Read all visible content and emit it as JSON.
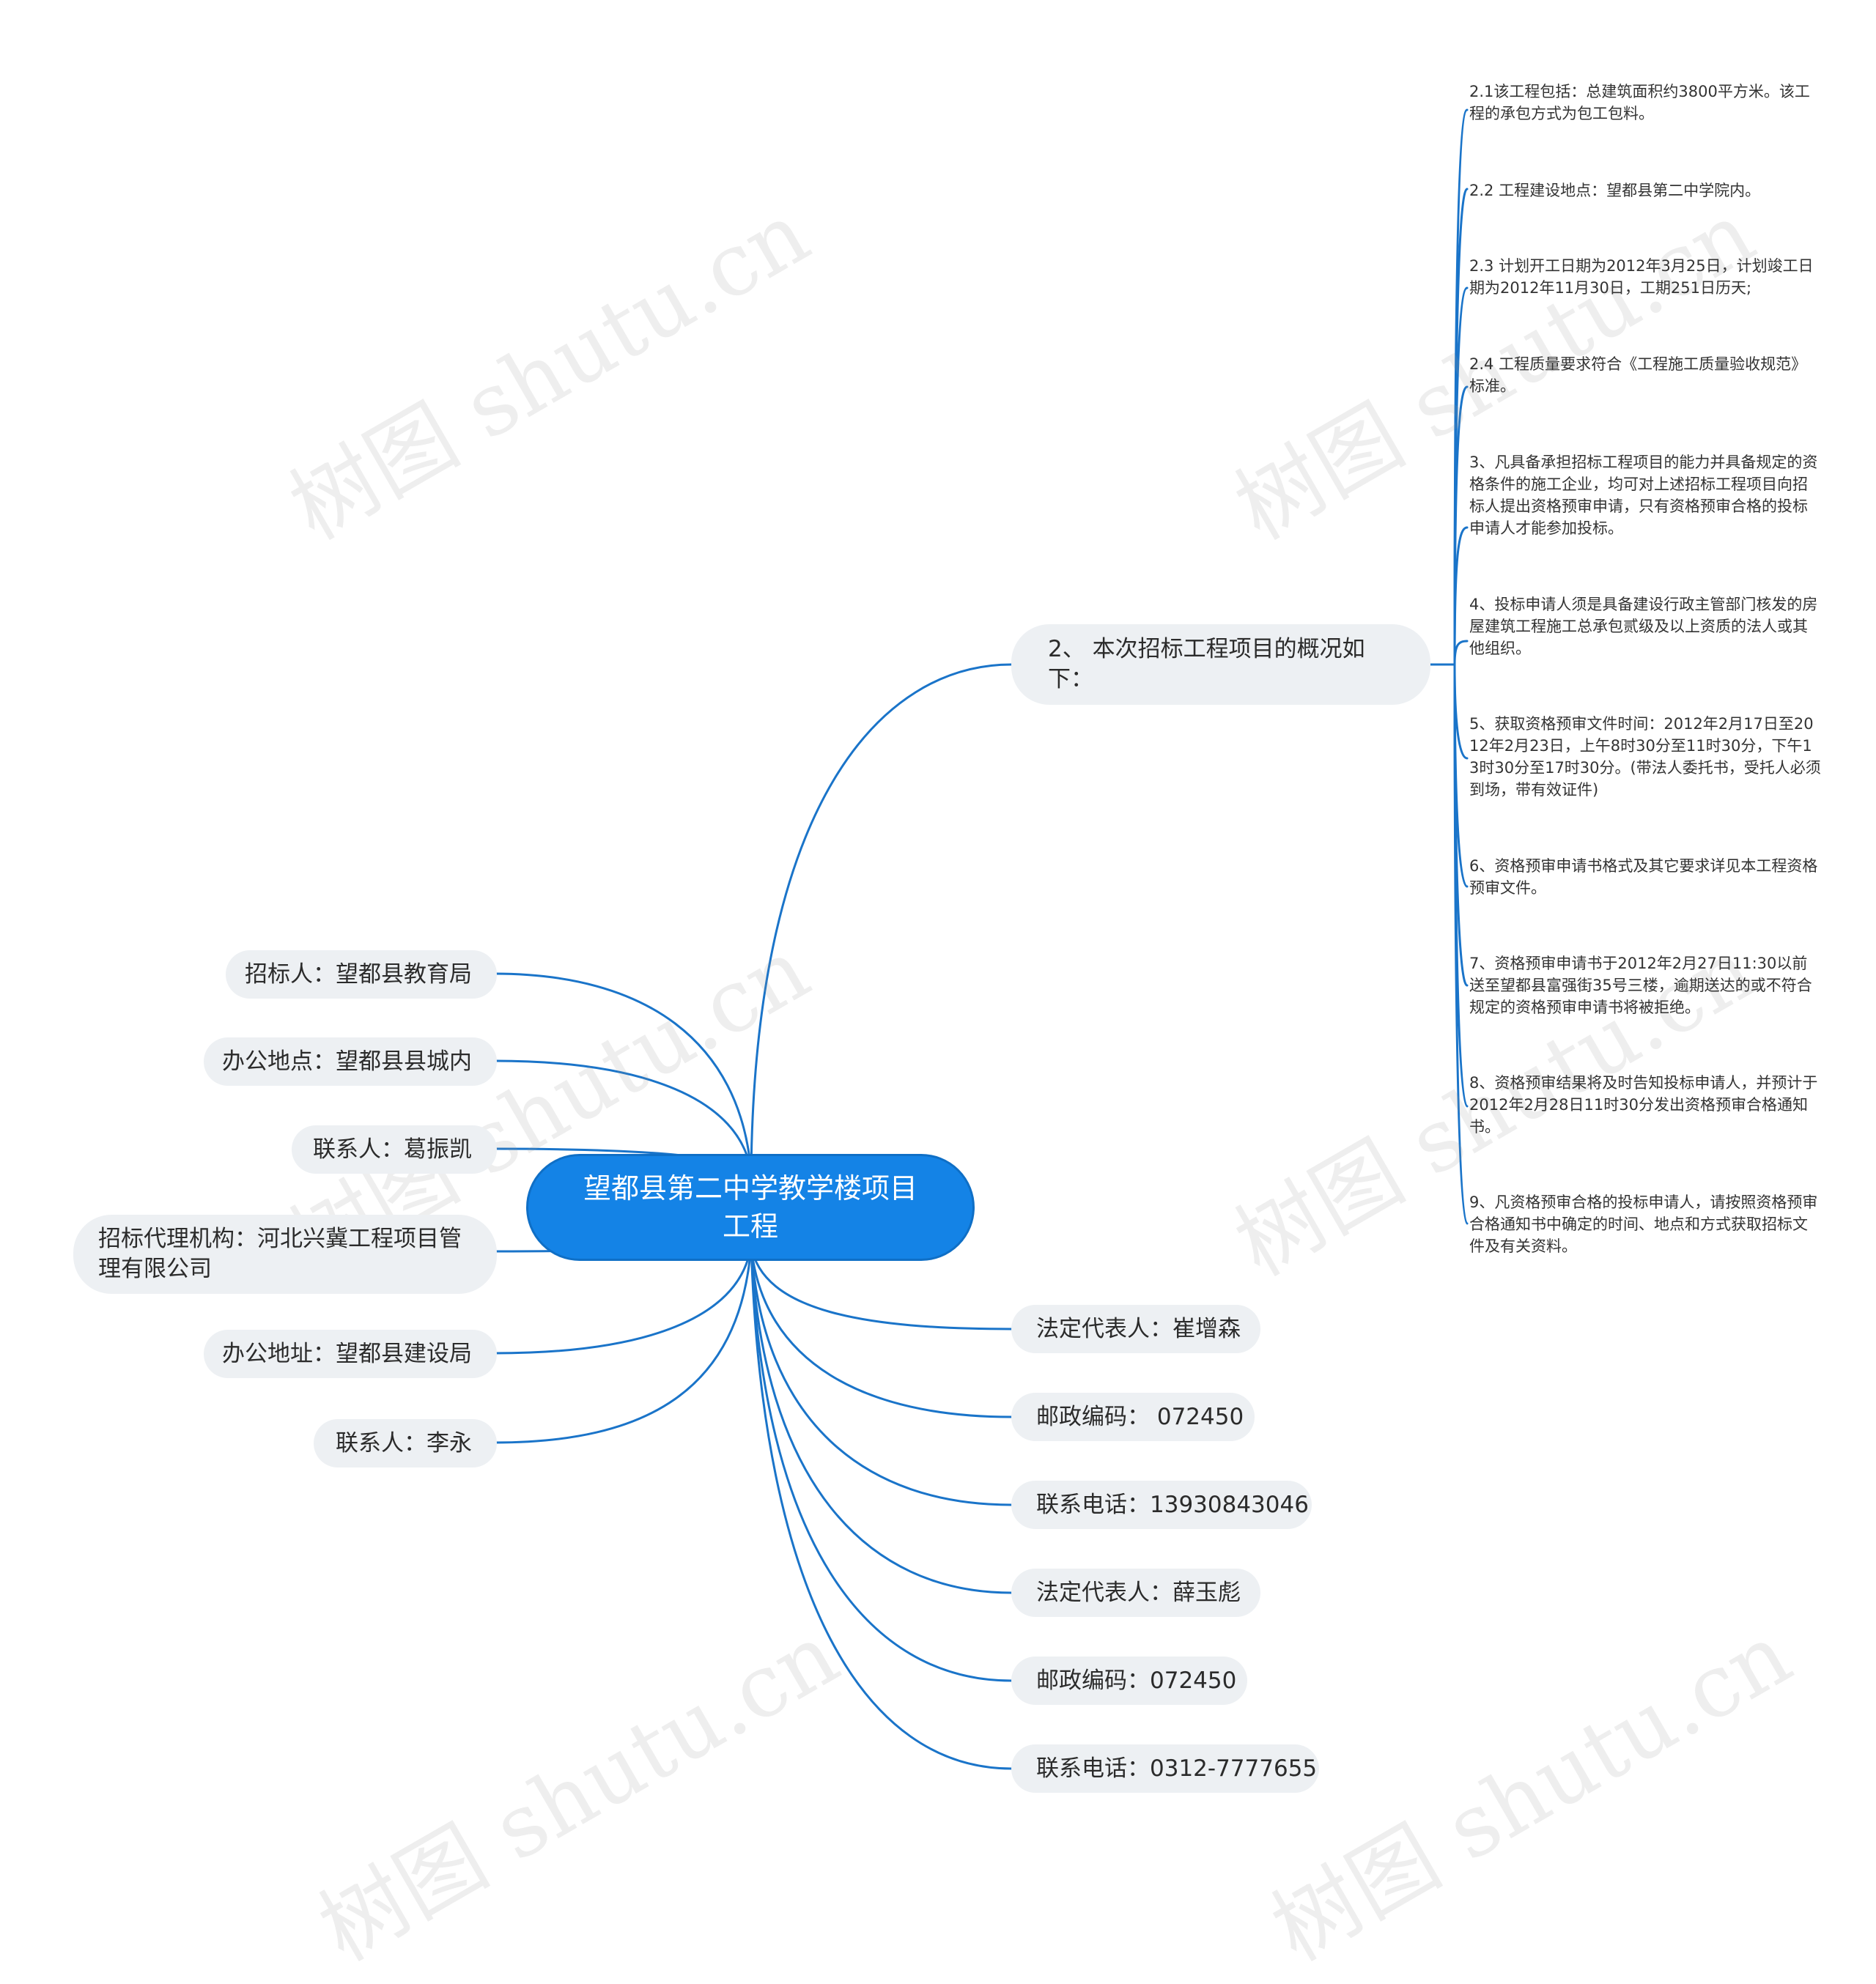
{
  "root": {
    "label": "望都县第二中学教学楼项目工程"
  },
  "left_branches": [
    "招标人：望都县教育局",
    "办公地点：望都县县城内",
    "联系人：葛振凯",
    "招标代理机构：河北兴冀工程项目管理有限公司",
    "办公地址：望都县建设局",
    "联系人：李永"
  ],
  "overview": {
    "label": "2、 本次招标工程项目的概况如下：",
    "items": [
      "2.1该工程包括：总建筑面积约3800平方米。该工程的承包方式为包工包料。",
      "2.2 工程建设地点：望都县第二中学院内。",
      "2.3 计划开工日期为2012年3月25日，计划竣工日期为2012年11月30日，工期251日历天;",
      "2.4 工程质量要求符合《工程施工质量验收规范》标准。",
      "3、凡具备承担招标工程项目的能力并具备规定的资格条件的施工企业，均可对上述招标工程项目向招标人提出资格预审申请，只有资格预审合格的投标申请人才能参加投标。",
      "4、投标申请人须是具备建设行政主管部门核发的房屋建筑工程施工总承包贰级及以上资质的法人或其他组织。",
      "5、获取资格预审文件时间：2012年2月17日至2012年2月23日，上午8时30分至11时30分，下午13时30分至17时30分。(带法人委托书，受托人必须到场，带有效证件)",
      "6、资格预审申请书格式及其它要求详见本工程资格预审文件。",
      "7、资格预审申请书于2012年2月27日11:30以前送至望都县富强街35号三楼，逾期送达的或不符合规定的资格预审申请书将被拒绝。",
      "8、资格预审结果将及时告知投标申请人，并预计于2012年2月28日11时30分发出资格预审合格通知书。",
      "9、凡资格预审合格的投标申请人，请按照资格预审合格通知书中确定的时间、地点和方式获取招标文件及有关资料。"
    ]
  },
  "right_branches": [
    "法定代表人：崔增森",
    "邮政编码： 072450",
    "联系电话：13930843046",
    "法定代表人：薛玉彪",
    "邮政编码：072450",
    "联系电话：0312-7777655"
  ],
  "watermark": "树图 shutu.cn",
  "colors": {
    "root": "#1483e6",
    "edge": "#1a74c9",
    "node": "#edf0f3"
  }
}
